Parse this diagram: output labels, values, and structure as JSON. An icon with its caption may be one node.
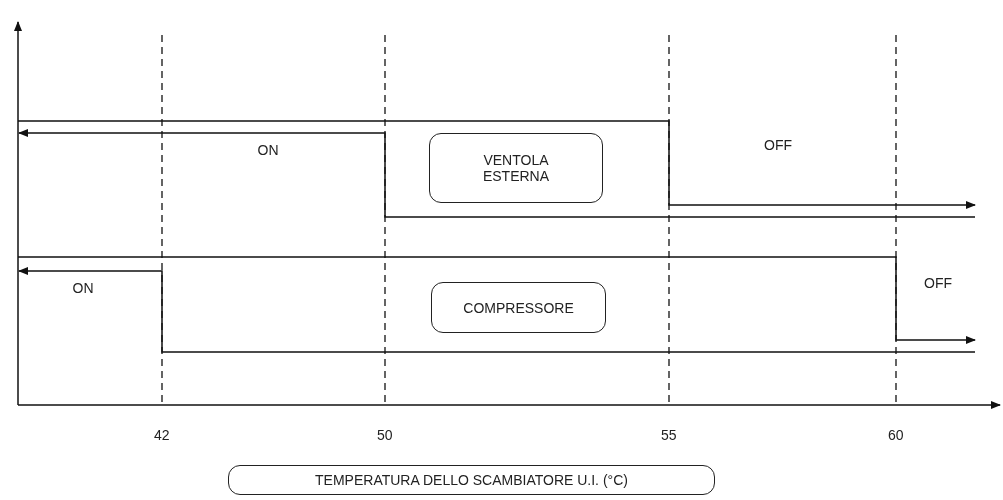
{
  "diagram": {
    "nodes": [
      {
        "text": [
          "VENTOLA ESTERNA"
        ]
      },
      {
        "text": [
          "COMPRESSORE"
        ]
      },
      {
        "text": [
          "TEMPERATURA DELLO SCAMBIATORE U.I. (°C)"
        ]
      }
    ],
    "labels": [
      "ON",
      "OFF",
      "ON",
      "OFF",
      "42",
      "50",
      "55",
      "60"
    ]
  }
}
